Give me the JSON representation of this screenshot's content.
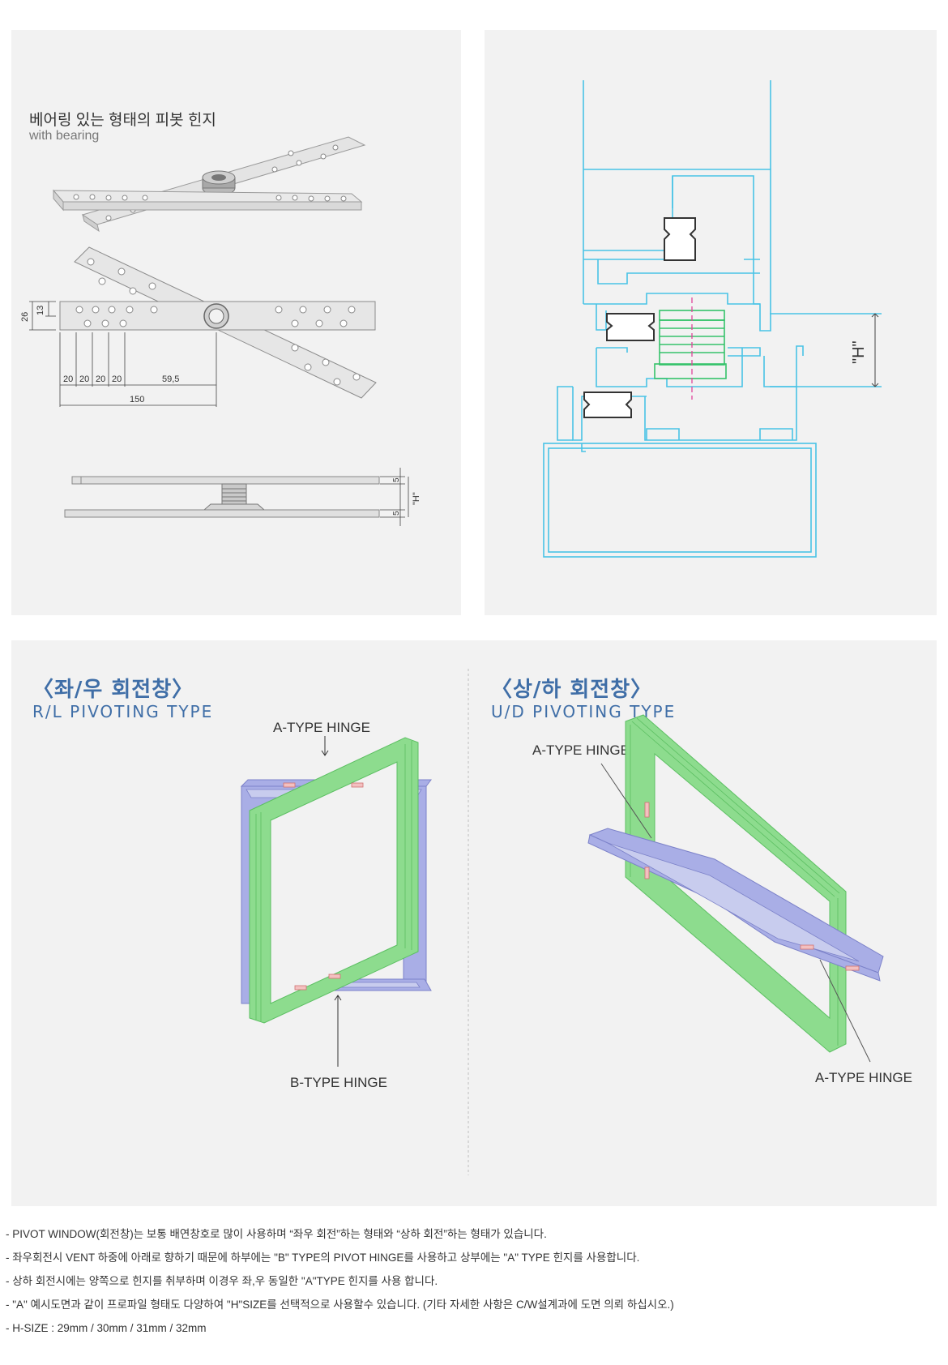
{
  "hinge_panel": {
    "title_ko": "베어링 있는 형태의 피봇 힌지",
    "title_en": "with bearing",
    "dims": {
      "height_26": "26",
      "height_13": "13",
      "spacing_1": "20",
      "spacing_2": "20",
      "spacing_3": "20",
      "spacing_4": "20",
      "spacing_5": "59,5",
      "total": "150",
      "thick_top": "5",
      "thick_bottom": "5",
      "h_label": "\"H\""
    }
  },
  "section_panel": {
    "h_label": "\"H\""
  },
  "rl_type": {
    "title_ko": "〈좌/우 회전창〉",
    "title_en": "R/L PIVOTING TYPE",
    "top_label": "A-TYPE HINGE",
    "bottom_label": "B-TYPE HINGE"
  },
  "ud_type": {
    "title_ko": "〈상/하 회전창〉",
    "title_en": "U/D PIVOTING TYPE",
    "top_label": "A-TYPE HINGE",
    "bottom_label": "A-TYPE HINGE"
  },
  "notes": [
    "- PIVOT WINDOW(회전창)는 보통 배연창호로 많이 사용하며  “좌우 회전”하는 형태와 “상하 회전”하는 형태가 있습니다.",
    "- 좌우회전시 VENT 하중에 아래로 향하기 때문에 하부에는 \"B\" TYPE의 PIVOT HINGE를 사용하고 상부에는 \"A\" TYPE 힌지를 사용합니다.",
    "- 상하 회전시에는 양쪽으로 힌지를 취부하며 이경우 좌,우 동일한 \"A\"TYPE 힌지를 사용 합니다.",
    "- \"A\" 예시도면과 같이 프로파일 형태도 다양하여 \"H\"SIZE를 선택적으로 사용할수 있습니다. (기타 자세한 사항은 C/W설계과에 도면 의뢰 하십시오.)",
    "- H-SIZE : 29mm / 30mm / 31mm / 32mm"
  ],
  "colors": {
    "panel_bg": "#f2f2f2",
    "accent_blue": "#3f6ea7",
    "profile_cyan": "#49c3e6",
    "bearing_green": "#34c26a",
    "frame_green": "#8ddc8e",
    "vent_blue": "#a9aee6"
  }
}
